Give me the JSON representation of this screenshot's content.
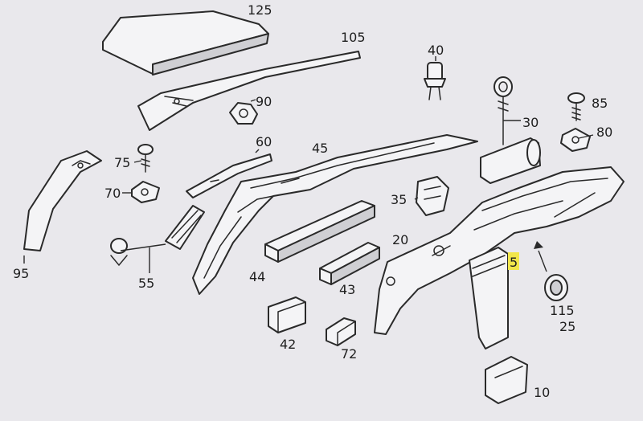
{
  "callouts": {
    "c125": "125",
    "c105": "105",
    "c40": "40",
    "c90": "90",
    "c85": "85",
    "c30": "30",
    "c80": "80",
    "c75": "75",
    "c60": "60",
    "c45": "45",
    "c70": "70",
    "c35": "35",
    "c95": "95",
    "c20": "20",
    "c55": "55",
    "c44": "44",
    "c5": "5",
    "c43": "43",
    "c115": "115",
    "c25": "25",
    "c42": "42",
    "c72": "72",
    "c10": "10"
  },
  "highlight_color": "#f1e64a"
}
